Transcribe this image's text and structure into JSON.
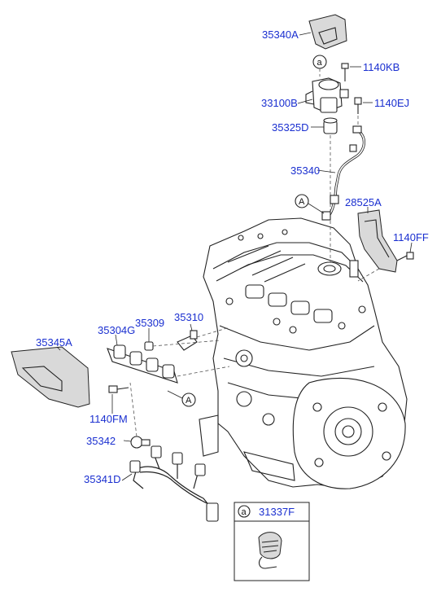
{
  "labels": {
    "p35340A": "35340A",
    "p1140KB": "1140KB",
    "p33100B": "33100B",
    "p1140EJ": "1140EJ",
    "p35325D": "35325D",
    "p35340": "35340",
    "p28525A": "28525A",
    "p1140FF": "1140FF",
    "p35345A": "35345A",
    "p35304G": "35304G",
    "p35309": "35309",
    "p35310": "35310",
    "p1140FM": "1140FM",
    "p35342": "35342",
    "p35341D": "35341D"
  },
  "callouts": {
    "a_top": "a",
    "A_hose": "A",
    "A_rail": "A",
    "a_box": "a"
  },
  "inset": {
    "part_number": "31337F"
  },
  "colors": {
    "label": "#1a2fd0",
    "line": "#222222"
  }
}
